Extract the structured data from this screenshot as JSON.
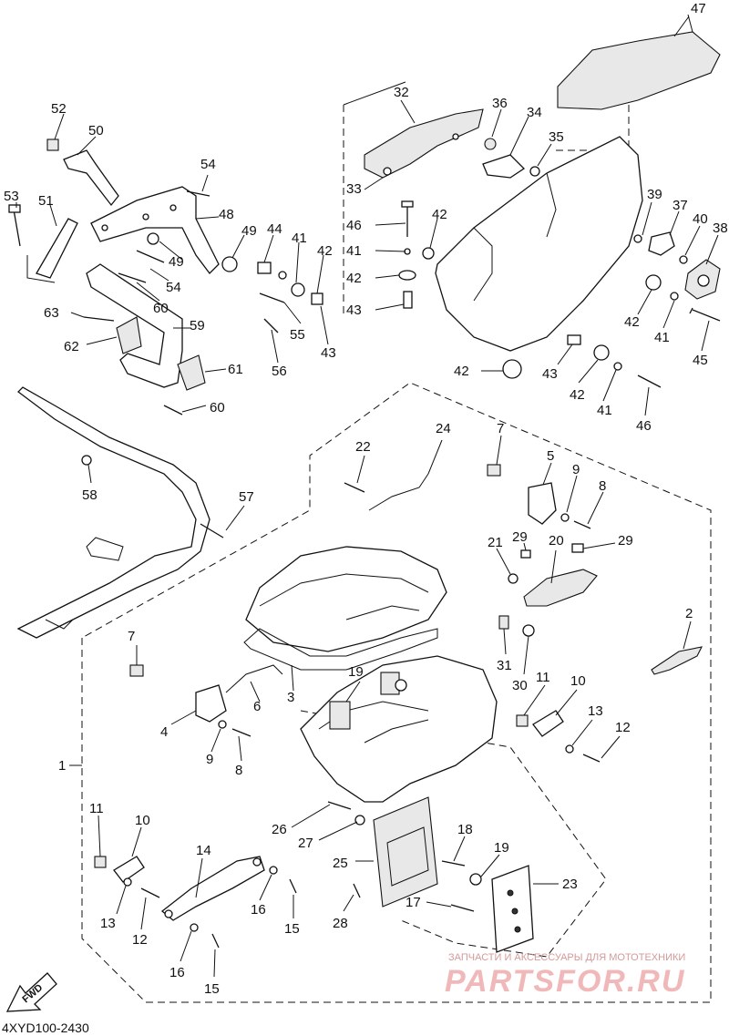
{
  "figure": {
    "code": "4XYD100-2430",
    "fwd_label": "FWD"
  },
  "watermark": {
    "line1": "ЗАПЧАСТИ И АКСЕССУАРЫ ДЛЯ МОТОТЕХНИКИ",
    "line2": "PARTSFOR.RU"
  },
  "callouts": {
    "c1": "1",
    "c2": "2",
    "c3": "3",
    "c4": "4",
    "c5": "5",
    "c6": "6",
    "c7": "7",
    "c7b": "7",
    "c8": "8",
    "c8b": "8",
    "c9": "9",
    "c9b": "9",
    "c10": "10",
    "c10b": "10",
    "c11": "11",
    "c11b": "11",
    "c12": "12",
    "c12b": "12",
    "c13": "13",
    "c13b": "13",
    "c14": "14",
    "c15": "15",
    "c15b": "15",
    "c16": "16",
    "c16b": "16",
    "c17": "17",
    "c18": "18",
    "c19": "19",
    "c19b": "19",
    "c20": "20",
    "c21": "21",
    "c22": "22",
    "c23": "23",
    "c24": "24",
    "c25": "25",
    "c26": "26",
    "c27": "27",
    "c28": "28",
    "c29": "29",
    "c29b": "29",
    "c30": "30",
    "c31": "31",
    "c32": "32",
    "c33": "33",
    "c34": "34",
    "c35": "35",
    "c36": "36",
    "c37": "37",
    "c38": "38",
    "c39": "39",
    "c40": "40",
    "c41a": "41",
    "c41b": "41",
    "c41c": "41",
    "c41d": "41",
    "c42a": "42",
    "c42b": "42",
    "c42c": "42",
    "c42d": "42",
    "c42e": "42",
    "c42f": "42",
    "c43a": "43",
    "c43b": "43",
    "c43c": "43",
    "c44": "44",
    "c45": "45",
    "c46a": "46",
    "c46b": "46",
    "c47": "47",
    "c48": "48",
    "c49a": "49",
    "c49b": "49",
    "c50": "50",
    "c51": "51",
    "c52": "52",
    "c53": "53",
    "c54a": "54",
    "c54b": "54",
    "c55": "55",
    "c56": "56",
    "c57": "57",
    "c58": "58",
    "c59": "59",
    "c60a": "60",
    "c60b": "60",
    "c61": "61",
    "c62": "62",
    "c63": "63"
  }
}
